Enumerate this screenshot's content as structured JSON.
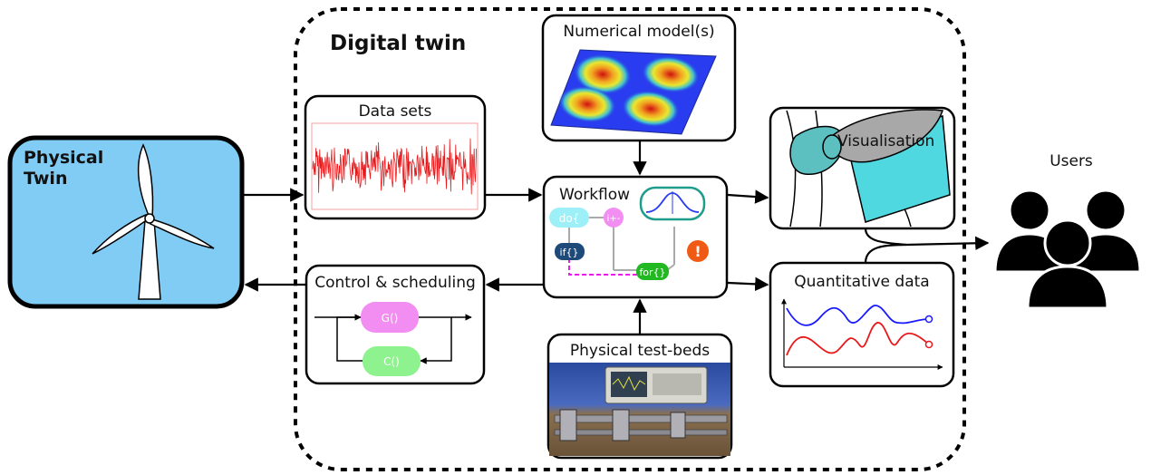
{
  "digital_twin": {
    "title": "Digital twin"
  },
  "physical_twin": {
    "label_line1": "Physical",
    "label_line2": "Twin"
  },
  "users": {
    "label": "Users"
  },
  "boxes": {
    "data_sets": "Data sets",
    "numerical_models": "Numerical model(s)",
    "workflow": "Workflow",
    "control": "Control & scheduling",
    "visualisation": "Visualisation",
    "quantitative": "Quantitative data",
    "testbeds": "Physical test-beds"
  },
  "workflow_nodes": {
    "do": "do{",
    "inc": "i+-",
    "if": "if{}",
    "for": "for{}",
    "alert": "!"
  },
  "control_nodes": {
    "g": "G()",
    "c": "C()"
  },
  "colors": {
    "physical_fill": "#80ccf5",
    "signal_red": "#e8191b",
    "blue_line": "#1a1aff",
    "red_line": "#e8191b",
    "g_block": "#f28ef2",
    "c_block": "#8ef28e",
    "teal": "#1e9c8c"
  }
}
